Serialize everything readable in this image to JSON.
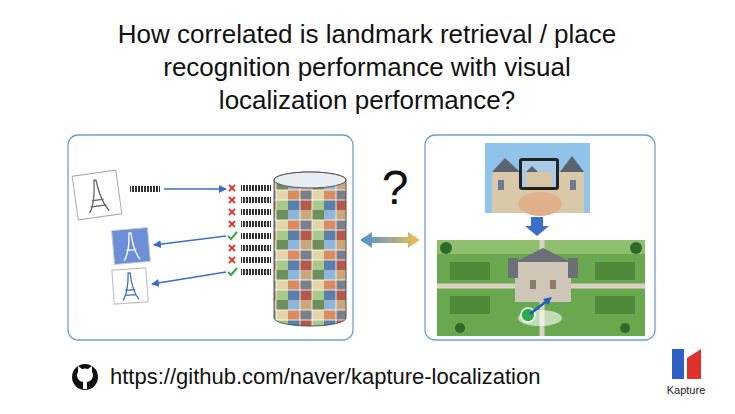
{
  "diagram": {
    "title": "How correlated is landmark retrieval / place recognition performance with visual localization performance?",
    "labels": [
      "?",
      "https://github.com/naver/kapture-localization",
      "Kapture"
    ]
  }
}
